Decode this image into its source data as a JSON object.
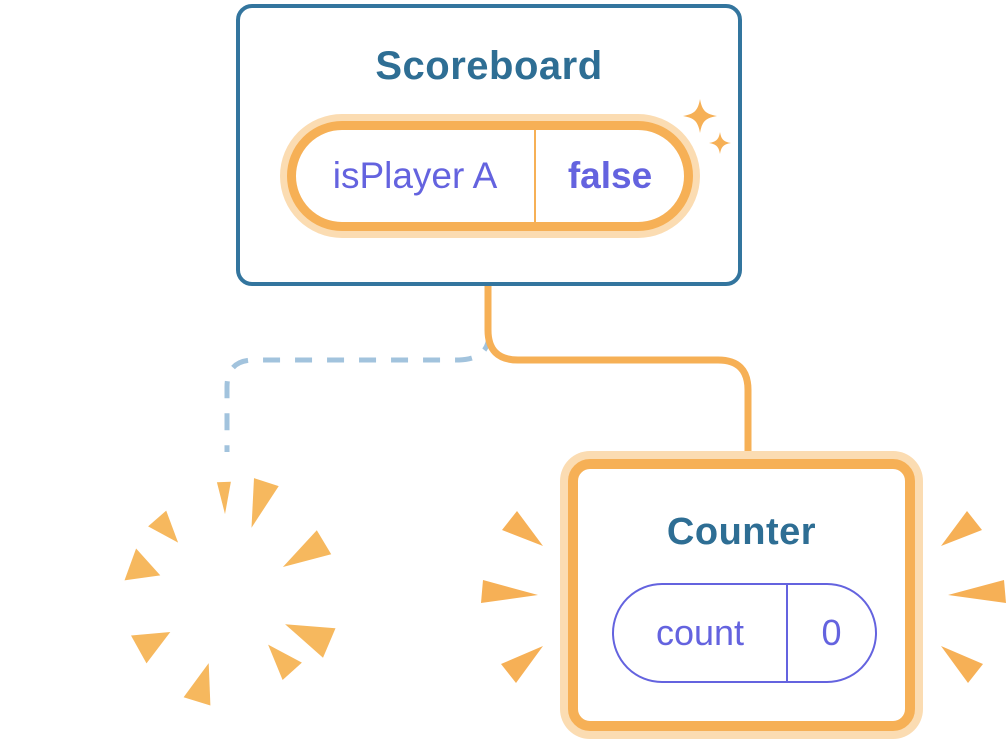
{
  "scoreboard": {
    "title": "Scoreboard",
    "state_pill": {
      "label": "isPlayer A",
      "value": "false"
    }
  },
  "counter": {
    "title": "Counter",
    "state_pill": {
      "label": "count",
      "value": "0"
    }
  },
  "icons": {
    "sparkles": "sparkle-stars",
    "burst": "destroyed-card-burst",
    "emphasis": "emphasis-strokes"
  },
  "colors": {
    "card_border_blue": "#33759E",
    "title_blue": "#2E6E94",
    "state_purple": "#6463DF",
    "orange": "#F6B056",
    "orange_halo": "#FBDCB2",
    "dashed_connector_blue": "#A2C3DD",
    "card_background": "#FFFFFF"
  }
}
